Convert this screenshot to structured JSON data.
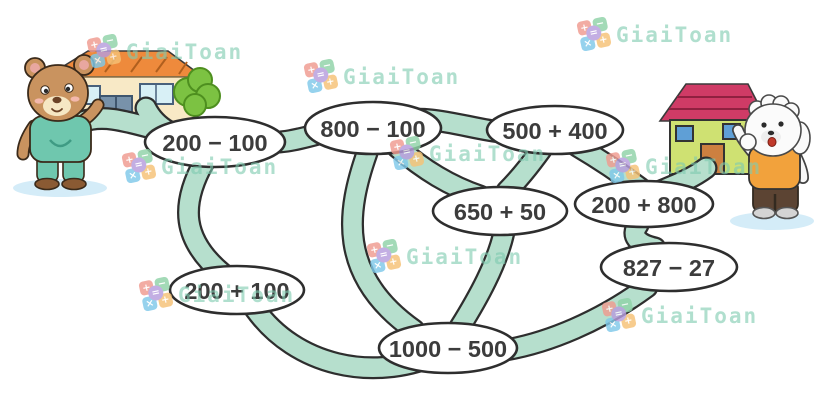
{
  "scene": {
    "background_color": "#ffffff",
    "road_fill_color": "#b6dfcd",
    "road_outline_color": "#2e2e2e",
    "node_fill_color": "#ffffff",
    "node_outline_color": "#2e2e2e",
    "node_text_color": "#3c3c3c",
    "puddle_color": "#d4ecf8",
    "icons": [
      "bear-character",
      "puppy-character",
      "left-house",
      "right-house",
      "bush",
      "giaitoan-logo"
    ]
  },
  "watermark": {
    "text": "GiaiToan",
    "text_color": "#7fcbb1",
    "logo": {
      "top_left_symbol": "+",
      "top_right_symbol": "−",
      "bottom_left_symbol": "×",
      "bottom_right_symbol": "+",
      "center_symbol": "=",
      "top_left_color": "#f09b90",
      "top_right_color": "#90d3a8",
      "bottom_left_color": "#7fc9ea",
      "bottom_right_color": "#f6c276",
      "center_color": "#b79ddd"
    }
  },
  "expressions": [
    {
      "label": "200 − 100"
    },
    {
      "label": "800 − 100"
    },
    {
      "label": "500 + 400"
    },
    {
      "label": "650 + 50"
    },
    {
      "label": "200 + 800"
    },
    {
      "label": "827 − 27"
    },
    {
      "label": "200 + 100"
    },
    {
      "label": "1000 − 500"
    }
  ]
}
